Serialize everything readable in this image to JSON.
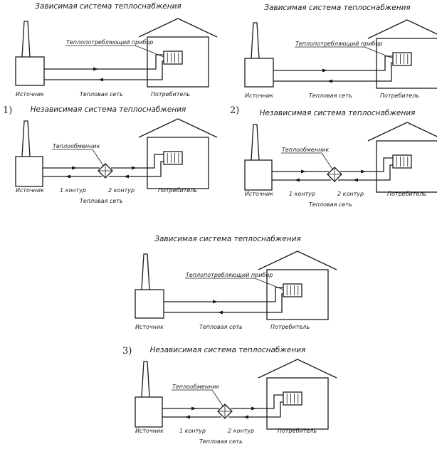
{
  "variants": [
    {
      "number": "1)"
    },
    {
      "number": "2)"
    },
    {
      "number": "3)"
    }
  ],
  "dependent": {
    "title": "Зависимая система теплоснабжения",
    "device": "Теплопотребляющий прибор",
    "source": "Источник",
    "network": "Тепловая сеть",
    "consumer": "Потребитель"
  },
  "independent": {
    "title": "Независимая система теплоснабжения",
    "exchanger": "Теплообменник",
    "source": "Источник",
    "circuit1": "1 контур",
    "circuit2": "2 контур",
    "network": "Тепловая сеть",
    "consumer": "Потребитель"
  }
}
